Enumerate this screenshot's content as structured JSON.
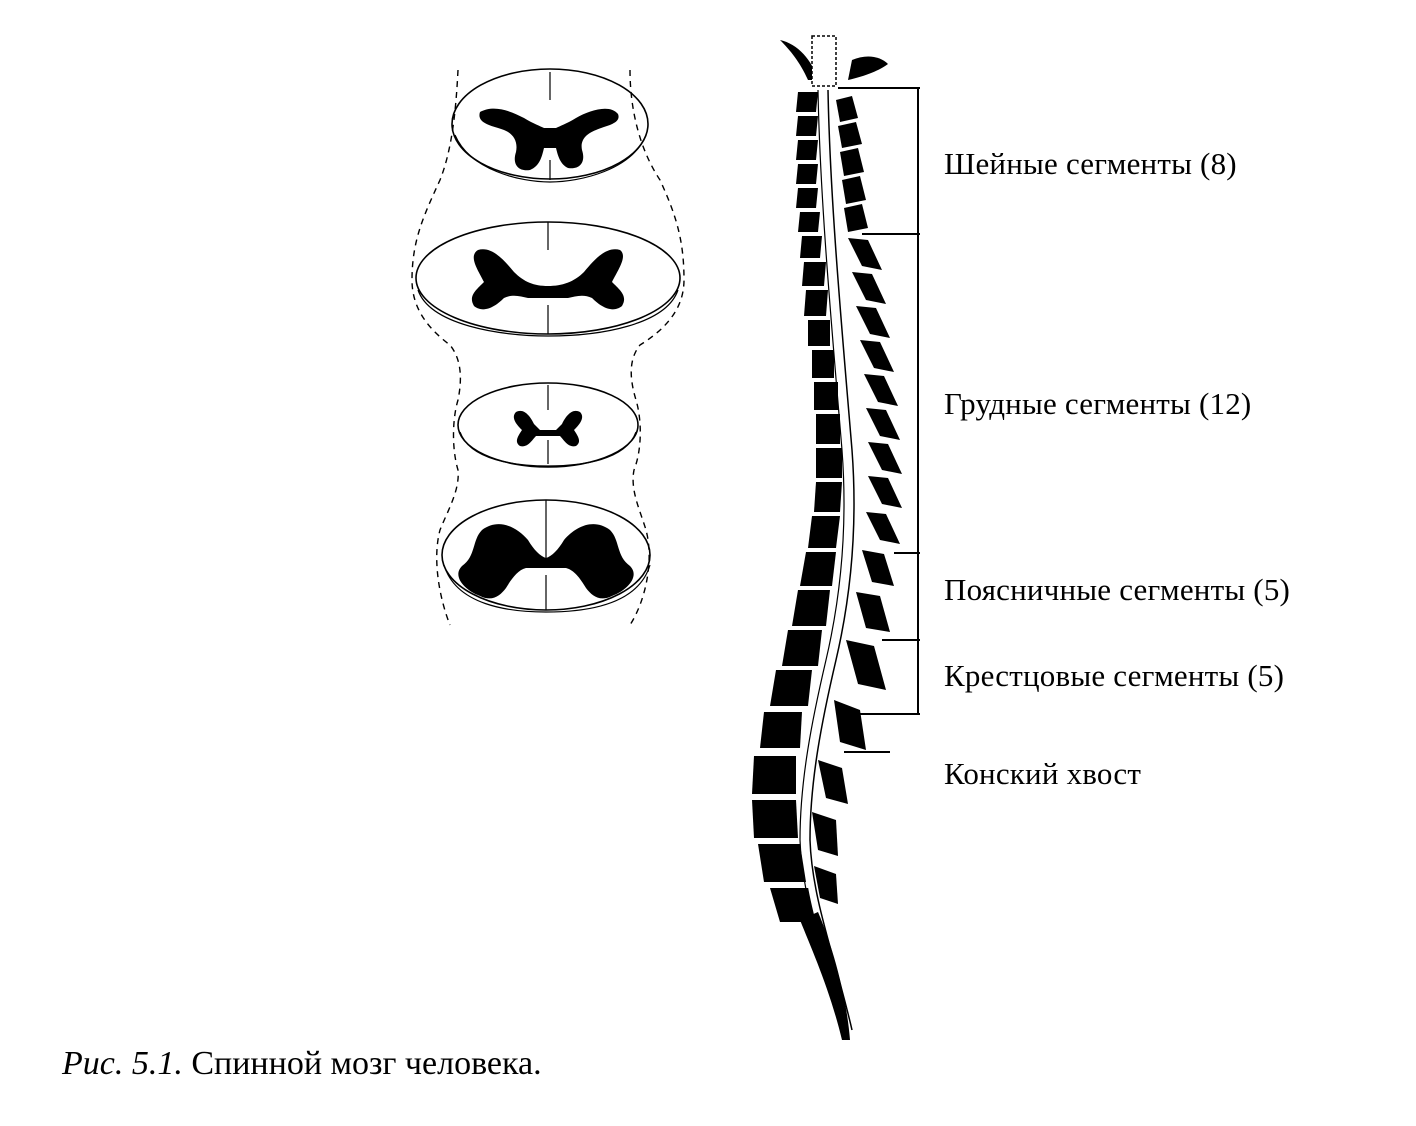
{
  "labels": {
    "cervical": "Шейные сегменты (8)",
    "thoracic": "Грудные сегменты (12)",
    "lumbar": "Поясничные сегменты (5)",
    "sacral": "Крестцовые сегменты (5)",
    "cauda_equina": "Конский хвост"
  },
  "caption": {
    "figure_number": "Рис. 5.1.",
    "text": "Спинной мозг человека."
  },
  "colors": {
    "ink": "#000000",
    "paper": "#ffffff"
  }
}
